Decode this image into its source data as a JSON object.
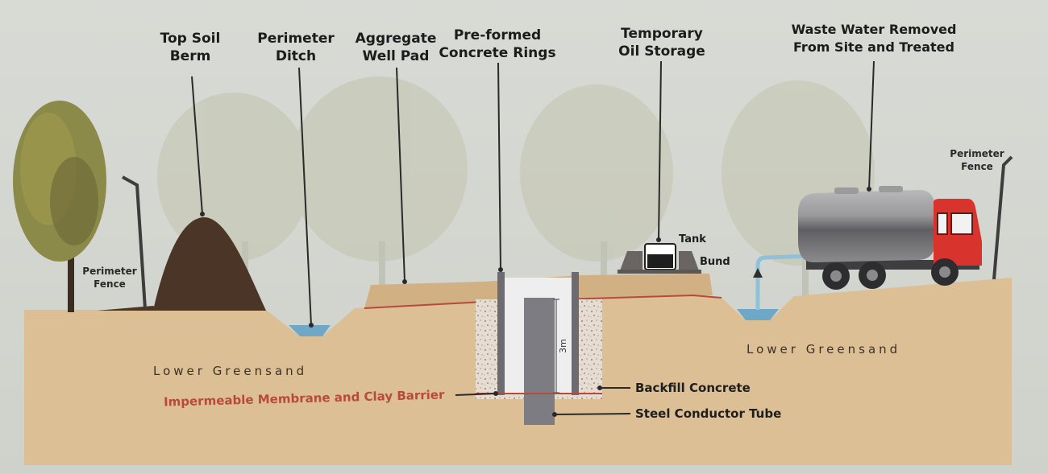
{
  "labels": {
    "topsoil": [
      "Top Soil",
      "Berm"
    ],
    "ditch": [
      "Perimeter",
      "Ditch"
    ],
    "aggregate": [
      "Aggregate",
      "Well Pad"
    ],
    "rings": [
      "Pre-formed",
      "Concrete Rings"
    ],
    "oil": [
      "Temporary",
      "Oil Storage"
    ],
    "waste": [
      "Waste Water Removed",
      "From Site and Treated"
    ],
    "fence_left": [
      "Perimeter",
      "Fence"
    ],
    "fence_right": [
      "Perimeter",
      "Fence"
    ],
    "tank": "Tank",
    "bund": "Bund",
    "backfill": "Backfill Concrete",
    "conductor": "Steel Conductor Tube",
    "membrane": "Impermeable Membrane and Clay Barrier",
    "greensand_left": "Lower Greensand",
    "greensand_right": "Lower Greensand",
    "depth": "3m"
  },
  "colors": {
    "ground": "#dcbf94",
    "membrane": "#b84a3c",
    "water": "#6fa8c6",
    "truck_cab": "#d8332c",
    "berm": "#4a3526"
  }
}
